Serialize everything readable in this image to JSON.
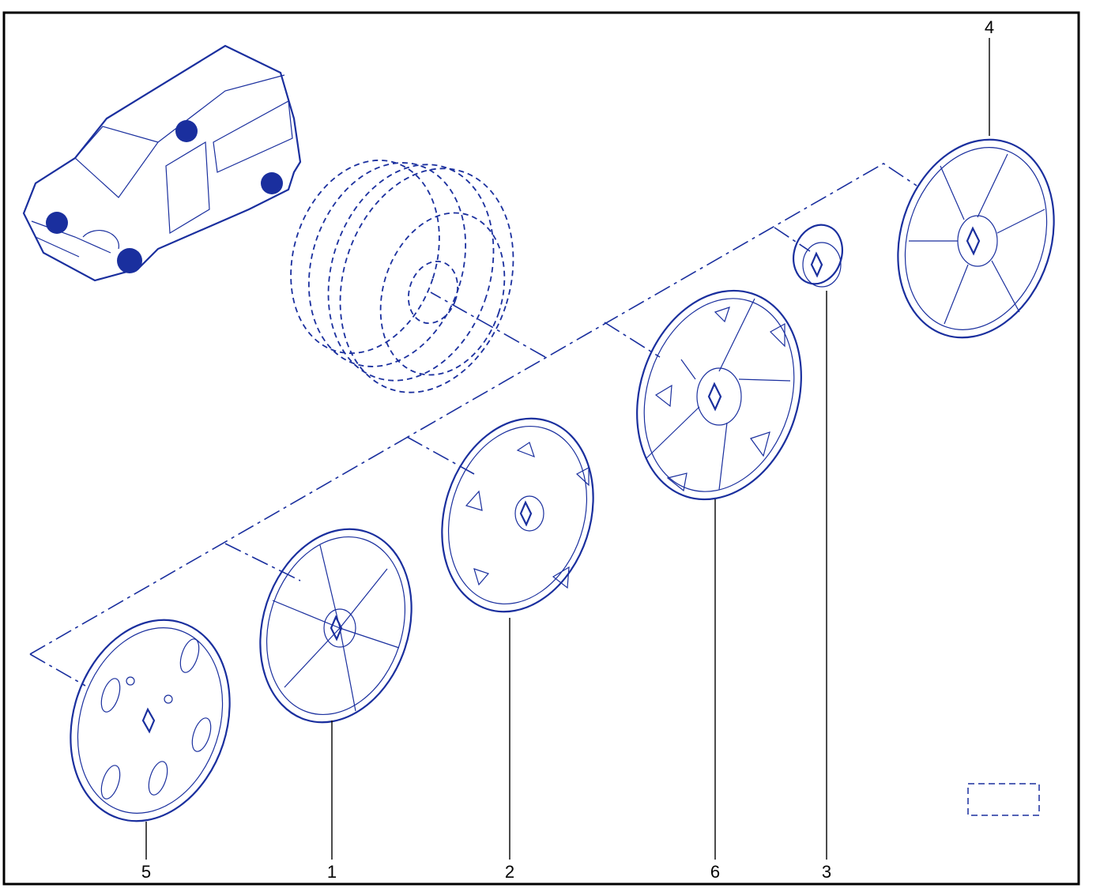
{
  "diagram": {
    "colors": {
      "ink": "#1a2f9e",
      "label": "#000000",
      "border": "#000000",
      "background": "#ffffff"
    },
    "callouts": [
      {
        "id": "callout-5",
        "label": "5"
      },
      {
        "id": "callout-1",
        "label": "1"
      },
      {
        "id": "callout-2",
        "label": "2"
      },
      {
        "id": "callout-6",
        "label": "6"
      },
      {
        "id": "callout-3",
        "label": "3"
      },
      {
        "id": "callout-4",
        "label": "4"
      }
    ],
    "parts": [
      {
        "name": "van-illustration",
        "icon": "vehicle-icon"
      },
      {
        "name": "steel-wheel-rim",
        "icon": "wheel-icon",
        "style": "dashed"
      },
      {
        "name": "wheel-trim-5",
        "icon": "hubcap-icon",
        "callout": "5"
      },
      {
        "name": "wheel-trim-1",
        "icon": "hubcap-icon",
        "callout": "1"
      },
      {
        "name": "wheel-trim-2",
        "icon": "hubcap-icon",
        "callout": "2"
      },
      {
        "name": "wheel-trim-6",
        "icon": "hubcap-icon",
        "callout": "6"
      },
      {
        "name": "center-cap-3",
        "icon": "center-cap-icon",
        "callout": "3"
      },
      {
        "name": "wheel-trim-4",
        "icon": "hubcap-icon",
        "callout": "4"
      }
    ]
  }
}
